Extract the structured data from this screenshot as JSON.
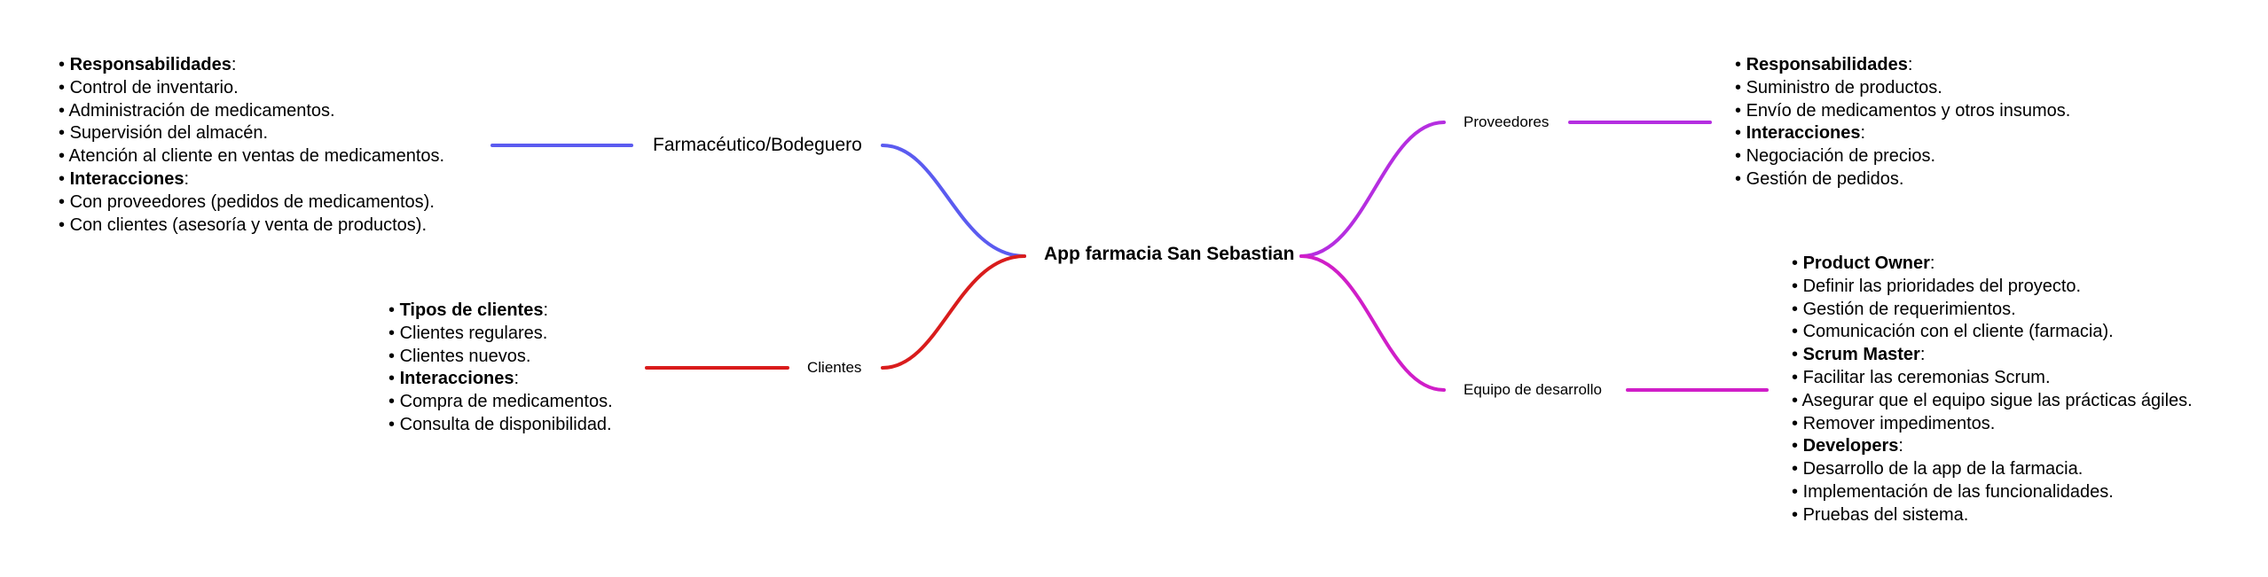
{
  "center": {
    "label": "App farmacia San Sebastian"
  },
  "branches": [
    {
      "id": "farmaceutico",
      "label": "Farmacéutico/Bodeguero",
      "color": "#5b5bf0",
      "notes": [
        {
          "bold": "Responsabilidades",
          "text": ":"
        },
        {
          "text": "Control de inventario."
        },
        {
          "text": "Administración de medicamentos."
        },
        {
          "text": "Supervisión del almacén."
        },
        {
          "text": "Atención al cliente en ventas de medicamentos."
        },
        {
          "bold": "Interacciones",
          "text": ":"
        },
        {
          "text": "Con proveedores (pedidos de medicamentos)."
        },
        {
          "text": "Con clientes (asesoría y venta de productos)."
        }
      ]
    },
    {
      "id": "clientes",
      "label": "Clientes",
      "color": "#d91c1c",
      "notes": [
        {
          "bold": "Tipos de clientes",
          "text": ":"
        },
        {
          "text": "Clientes regulares."
        },
        {
          "text": "Clientes nuevos."
        },
        {
          "bold": "Interacciones",
          "text": ":"
        },
        {
          "text": "Compra de medicamentos."
        },
        {
          "text": "Consulta de disponibilidad."
        }
      ]
    },
    {
      "id": "proveedores",
      "label": "Proveedores",
      "color": "#b52ee0",
      "notes": [
        {
          "bold": "Responsabilidades",
          "text": ":"
        },
        {
          "text": "Suministro de productos."
        },
        {
          "text": "Envío de medicamentos y otros insumos."
        },
        {
          "bold": "Interacciones",
          "text": ":"
        },
        {
          "text": "Negociación de precios."
        },
        {
          "text": "Gestión de pedidos."
        }
      ]
    },
    {
      "id": "equipo",
      "label": "Equipo de desarrollo",
      "color": "#d01ec8",
      "notes": [
        {
          "bold": "Product Owner",
          "text": ":"
        },
        {
          "text": "Definir las prioridades del proyecto."
        },
        {
          "text": "Gestión de requerimientos."
        },
        {
          "text": "Comunicación con el cliente (farmacia)."
        },
        {
          "bold": "Scrum Master",
          "text": ":"
        },
        {
          "text": "Facilitar las ceremonias Scrum."
        },
        {
          "text": "Asegurar que el equipo sigue las prácticas ágiles."
        },
        {
          "text": "Remover impedimentos."
        },
        {
          "bold": "Developers",
          "text": ":"
        },
        {
          "text": "Desarrollo de la app de la farmacia."
        },
        {
          "text": "Implementación de las funcionalidades."
        },
        {
          "text": "Pruebas del sistema."
        }
      ]
    }
  ]
}
